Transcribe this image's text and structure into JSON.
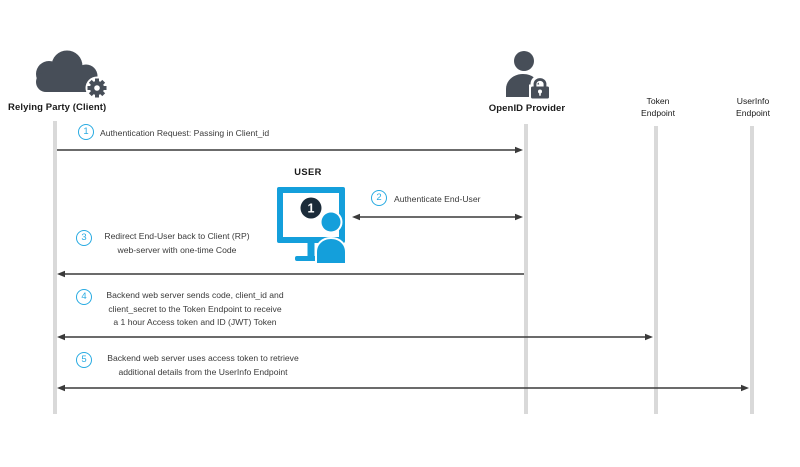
{
  "colors": {
    "accent": "#29ABE2",
    "monitor": "#149FDB",
    "icon-dark": "#474E58",
    "badge-dark": "#1B2B39",
    "lifeline": "#D9D9D9",
    "line": "#3A3A3A",
    "text": "#3A3A3A",
    "label": "#1A1A1A"
  },
  "participants": {
    "relying_party": {
      "label": "Relying Party (Client)",
      "icon": "cloud-gear-icon"
    },
    "openid_provider": {
      "label": "OpenID Provider",
      "icon": "person-lock-icon"
    },
    "token_endpoint": {
      "line1": "Token",
      "line2": "Endpoint"
    },
    "userinfo_endpoint": {
      "line1": "UserInfo",
      "line2": "Endpoint"
    }
  },
  "user": {
    "label": "USER",
    "badge": "1",
    "icon": "monitor-person-icon"
  },
  "steps": [
    {
      "num": "1",
      "lines": [
        "Authentication Request: Passing in Client_id"
      ]
    },
    {
      "num": "2",
      "lines": [
        "Authenticate End-User"
      ]
    },
    {
      "num": "3",
      "lines": [
        "Redirect End-User back to Client (RP)",
        "web-server with one-time Code"
      ]
    },
    {
      "num": "4",
      "lines": [
        "Backend web server sends code, client_id and",
        "client_secret to the Token Endpoint to receive",
        "a 1 hour Access token and ID (JWT) Token"
      ]
    },
    {
      "num": "5",
      "lines": [
        "Backend web server uses access token to retrieve",
        "additional details from the UserInfo Endpoint"
      ]
    }
  ]
}
